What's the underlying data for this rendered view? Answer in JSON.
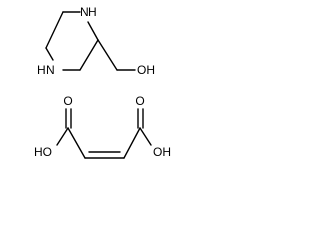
{
  "molecules": {
    "piperazine_methanol": {
      "atoms": {
        "n_top": "N",
        "h_top": "H",
        "n_left": "N",
        "h_left": "H",
        "oh": "OH"
      }
    },
    "maleic_acid": {
      "atoms": {
        "ho_left": "HO",
        "ho_right": "OH",
        "o_left": "O",
        "o_right": "O"
      }
    }
  }
}
